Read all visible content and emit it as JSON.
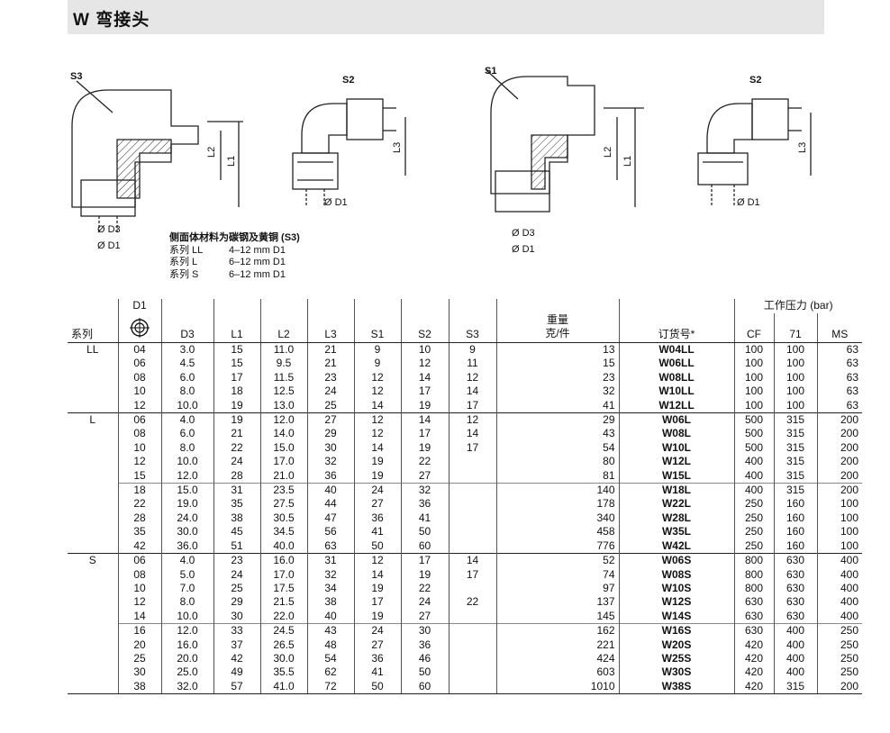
{
  "title": "W  弯接头",
  "drawing_labels": {
    "s1": "S1",
    "s2": "S2",
    "s3": "S3",
    "l1": "L1",
    "l2": "L2",
    "l3": "L3",
    "d1": "Ø D1",
    "d3": "Ø D3"
  },
  "notes": {
    "heading": "侧面体材料为碳钢及黄铜 (S3)",
    "rows": [
      {
        "series": "系列 LL",
        "range": "4–12 mm D1"
      },
      {
        "series": "系列 L",
        "range": "6–12 mm D1"
      },
      {
        "series": "系列 S",
        "range": "6–12 mm D1"
      }
    ]
  },
  "table": {
    "headers": {
      "series": "系列",
      "d1": "D1",
      "d3": "D3",
      "l1": "L1",
      "l2": "L2",
      "l3": "L3",
      "s1": "S1",
      "s2": "S2",
      "s3": "S3",
      "weight": "重量\n克/件",
      "order": "订货号*",
      "pressure": "工作压力 (bar)",
      "cf": "CF",
      "p71": "71",
      "ms": "MS"
    },
    "groups": [
      {
        "series": "LL",
        "rows": [
          [
            "04",
            "3.0",
            "15",
            "11.0",
            "21",
            "9",
            "10",
            "9",
            "13",
            "W04LL",
            "100",
            "100",
            "63"
          ],
          [
            "06",
            "4.5",
            "15",
            "9.5",
            "21",
            "9",
            "12",
            "11",
            "15",
            "W06LL",
            "100",
            "100",
            "63"
          ],
          [
            "08",
            "6.0",
            "17",
            "11.5",
            "23",
            "12",
            "14",
            "12",
            "23",
            "W08LL",
            "100",
            "100",
            "63"
          ],
          [
            "10",
            "8.0",
            "18",
            "12.5",
            "24",
            "12",
            "17",
            "14",
            "32",
            "W10LL",
            "100",
            "100",
            "63"
          ],
          [
            "12",
            "10.0",
            "19",
            "13.0",
            "25",
            "14",
            "19",
            "17",
            "41",
            "W12LL",
            "100",
            "100",
            "63"
          ]
        ]
      },
      {
        "series": "L",
        "rows": [
          [
            "06",
            "4.0",
            "19",
            "12.0",
            "27",
            "12",
            "14",
            "12",
            "29",
            "W06L",
            "500",
            "315",
            "200"
          ],
          [
            "08",
            "6.0",
            "21",
            "14.0",
            "29",
            "12",
            "17",
            "14",
            "43",
            "W08L",
            "500",
            "315",
            "200"
          ],
          [
            "10",
            "8.0",
            "22",
            "15.0",
            "30",
            "14",
            "19",
            "17",
            "54",
            "W10L",
            "500",
            "315",
            "200"
          ],
          [
            "12",
            "10.0",
            "24",
            "17.0",
            "32",
            "19",
            "22",
            "",
            "80",
            "W12L",
            "400",
            "315",
            "200"
          ],
          [
            "15",
            "12.0",
            "28",
            "21.0",
            "36",
            "19",
            "27",
            "",
            "81",
            "W15L",
            "400",
            "315",
            "200"
          ]
        ]
      },
      {
        "series": "",
        "rows": [
          [
            "18",
            "15.0",
            "31",
            "23.5",
            "40",
            "24",
            "32",
            "",
            "140",
            "W18L",
            "400",
            "315",
            "200"
          ],
          [
            "22",
            "19.0",
            "35",
            "27.5",
            "44",
            "27",
            "36",
            "",
            "178",
            "W22L",
            "250",
            "160",
            "100"
          ],
          [
            "28",
            "24.0",
            "38",
            "30.5",
            "47",
            "36",
            "41",
            "",
            "340",
            "W28L",
            "250",
            "160",
            "100"
          ],
          [
            "35",
            "30.0",
            "45",
            "34.5",
            "56",
            "41",
            "50",
            "",
            "458",
            "W35L",
            "250",
            "160",
            "100"
          ],
          [
            "42",
            "36.0",
            "51",
            "40.0",
            "63",
            "50",
            "60",
            "",
            "776",
            "W42L",
            "250",
            "160",
            "100"
          ]
        ]
      },
      {
        "series": "S",
        "rows": [
          [
            "06",
            "4.0",
            "23",
            "16.0",
            "31",
            "12",
            "17",
            "14",
            "52",
            "W06S",
            "800",
            "630",
            "400"
          ],
          [
            "08",
            "5.0",
            "24",
            "17.0",
            "32",
            "14",
            "19",
            "17",
            "74",
            "W08S",
            "800",
            "630",
            "400"
          ],
          [
            "10",
            "7.0",
            "25",
            "17.5",
            "34",
            "19",
            "22",
            "",
            "97",
            "W10S",
            "800",
            "630",
            "400"
          ],
          [
            "12",
            "8.0",
            "29",
            "21.5",
            "38",
            "17",
            "24",
            "22",
            "137",
            "W12S",
            "630",
            "630",
            "400"
          ],
          [
            "14",
            "10.0",
            "30",
            "22.0",
            "40",
            "19",
            "27",
            "",
            "145",
            "W14S",
            "630",
            "630",
            "400"
          ]
        ]
      },
      {
        "series": "",
        "rows": [
          [
            "16",
            "12.0",
            "33",
            "24.5",
            "43",
            "24",
            "30",
            "",
            "162",
            "W16S",
            "630",
            "400",
            "250"
          ],
          [
            "20",
            "16.0",
            "37",
            "26.5",
            "48",
            "27",
            "36",
            "",
            "221",
            "W20S",
            "420",
            "400",
            "250"
          ],
          [
            "25",
            "20.0",
            "42",
            "30.0",
            "54",
            "36",
            "46",
            "",
            "424",
            "W25S",
            "420",
            "400",
            "250"
          ],
          [
            "30",
            "25.0",
            "49",
            "35.5",
            "62",
            "41",
            "50",
            "",
            "603",
            "W30S",
            "420",
            "400",
            "250"
          ],
          [
            "38",
            "32.0",
            "57",
            "41.0",
            "72",
            "50",
            "60",
            "",
            "1010",
            "W38S",
            "420",
            "315",
            "200"
          ]
        ]
      }
    ]
  }
}
